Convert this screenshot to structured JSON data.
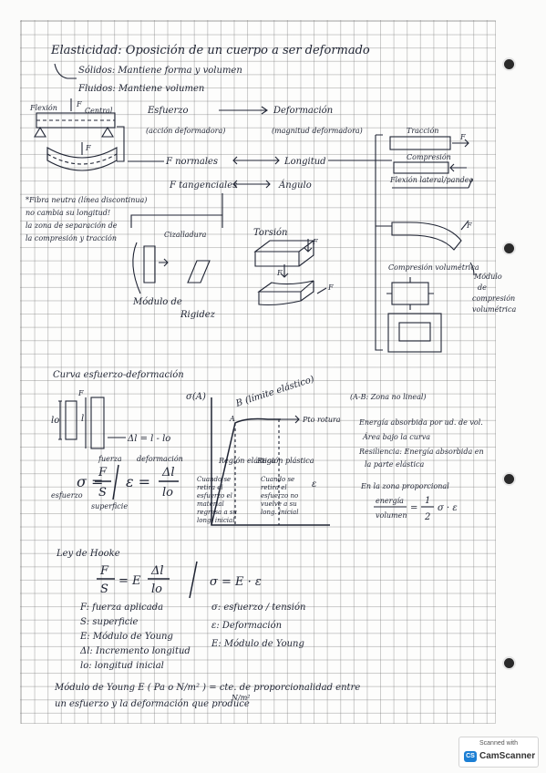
{
  "elasticidad": {
    "heading": "Elasticidad: Oposición de un cuerpo a ser deformado",
    "solidos": "Sólidos: Mantiene forma y volumen",
    "fluidos": "Fluidos: Mantiene volumen",
    "flexion": "Flexión",
    "f": "F",
    "central": "Central",
    "esfuerzo": "Esfuerzo",
    "esfuerzo_note": "(acción deformadora)",
    "deformacion": "Deformación",
    "deformacion_note": "(magnitud deformadora)",
    "f_normales": "F normales",
    "longitud": "Longitud",
    "f_tangenciales": "F tangenciales",
    "angulo": "Ángulo",
    "fibra_1": "*Fibra neutra (línea discontinua)",
    "fibra_2": "no cambia su longitud!",
    "fibra_3": "la zona de separación de",
    "fibra_4": "la compresión y tracción",
    "cizalladura": "Cizalladura",
    "torsion": "Torsión",
    "modulo_rigidez_1": "Módulo de",
    "modulo_rigidez_2": "Rigidez",
    "traccion": "Tracción",
    "compresion": "Compresión",
    "flexion_lateral": "Flexión lateral/pandeo",
    "compresion_volumetrica": "Compresión volumétrica",
    "modulo_cv_1": "Módulo",
    "modulo_cv_2": "de",
    "modulo_cv_3": "compresión",
    "modulo_cv_4": "volumétrica"
  },
  "curva": {
    "heading": "Curva esfuerzo-deformación",
    "delta_l": "Δl = l - lo",
    "l": "l",
    "lo": "lo",
    "fuerza": "fuerza",
    "deformacion": "deformación",
    "sigma_eq": "σ =",
    "frac_f": "F",
    "frac_s": "S",
    "eps_eq": "ε =",
    "frac_dl": "Δl",
    "frac_lo": "lo",
    "esfuerzo": "esfuerzo",
    "superficie": "superficie",
    "g_axis": "σ(A)",
    "limite": "B (límite elástico)",
    "a_point": "A",
    "pto_rotura": "Pto rotura",
    "zona_no_lineal": "(A-B: Zona no lineal)",
    "region_elastica": "Región elástica",
    "region_plastica": "Región plástica",
    "elastica_desc": "Cuando se retira el esfuerzo el material regresa a su long. inicial",
    "plastica_desc": "Cuando se retira el esfuerzo no vuelve a su long. inicial",
    "epsilon": "ε",
    "energia_1": "Energía absorbida por ud. de vol.",
    "energia_2": "Área bajo la curva",
    "resiliencia_1": "Resiliencia: Energía absorbida en",
    "resiliencia_2": "la parte elástica",
    "zona_prop": "En la zona proporcional",
    "energia_frac_top": "energía",
    "energia_frac_bottom": "volumen",
    "energia_eq": "=",
    "half_top": "1",
    "half_bottom": "2",
    "sigma_eps": "σ · ε"
  },
  "hooke": {
    "heading": "Ley de Hooke",
    "f": "F",
    "s": "S",
    "eq": "= E",
    "dl": "Δl",
    "lo": "lo",
    "sigma_law": "σ = E · ε",
    "def_f": "F: fuerza aplicada",
    "def_s": "S: superficie",
    "def_e": "E: Módulo de Young",
    "def_dl": "Δl: Incremento longitud",
    "def_lo": "lo: longitud inicial",
    "def_sigma": "σ: esfuerzo / tensión",
    "def_eps": "ε: Deformación",
    "def_e2": "E: Módulo de Young",
    "young_1": "Módulo de Young E ( Pa o N/m² ) = cte. de proporcionalidad entre",
    "young_2": "un esfuerzo y la deformación que produce",
    "young_units": "N/m²"
  },
  "scanner": {
    "scanned_with": "Scanned with",
    "app_name": "CamScanner",
    "logo_text": "CS"
  }
}
